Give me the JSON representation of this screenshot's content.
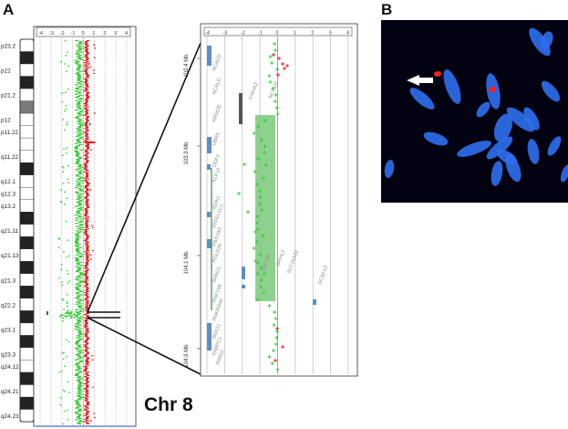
{
  "panels": {
    "a": "A",
    "b": "B"
  },
  "chromosome_title": "Chr 8",
  "ideogram": {
    "bands": [
      {
        "label": "p23.2",
        "stain": "white"
      },
      {
        "label": "",
        "stain": "dark"
      },
      {
        "label": "p22",
        "stain": "white"
      },
      {
        "label": "",
        "stain": "dark"
      },
      {
        "label": "p21.2",
        "stain": "white"
      },
      {
        "label": "",
        "stain": "grey"
      },
      {
        "label": "p12",
        "stain": "white"
      },
      {
        "label": "p11.22",
        "stain": "white"
      },
      {
        "label": "",
        "stain": "centromere"
      },
      {
        "label": "q11.22",
        "stain": "white"
      },
      {
        "label": "",
        "stain": "dark"
      },
      {
        "label": "q12.1",
        "stain": "white"
      },
      {
        "label": "q12.3",
        "stain": "white"
      },
      {
        "label": "q13.2",
        "stain": "white"
      },
      {
        "label": "",
        "stain": "dark"
      },
      {
        "label": "q21.11",
        "stain": "white"
      },
      {
        "label": "",
        "stain": "dark"
      },
      {
        "label": "q21.13",
        "stain": "white"
      },
      {
        "label": "",
        "stain": "dark"
      },
      {
        "label": "q21.3",
        "stain": "white"
      },
      {
        "label": "",
        "stain": "dark"
      },
      {
        "label": "q22.2",
        "stain": "white"
      },
      {
        "label": "",
        "stain": "dark"
      },
      {
        "label": "q23.1",
        "stain": "white"
      },
      {
        "label": "",
        "stain": "dark"
      },
      {
        "label": "q23.3",
        "stain": "white"
      },
      {
        "label": "q24.12",
        "stain": "white"
      },
      {
        "label": "",
        "stain": "dark"
      },
      {
        "label": "q24.21",
        "stain": "white"
      },
      {
        "label": "",
        "stain": "dark"
      },
      {
        "label": "q24.23",
        "stain": "white"
      }
    ]
  },
  "overview_axis_ticks": [
    "-4",
    "-3",
    "-2",
    "-1",
    "0",
    "1",
    "2",
    "3",
    "4"
  ],
  "zoom_axis_ticks": [
    "-4",
    "-3",
    "-2",
    "-1",
    "0",
    "1",
    "2",
    "3",
    "4"
  ],
  "zoom_positions_mb": [
    "102.4 Mb",
    "103.3 Mb",
    "104.1 Mb",
    "104.9 Mb"
  ],
  "genes": [
    "NCALD",
    "NCALD",
    "RRM2B",
    "UBR5",
    "ODF1",
    "KLF10",
    "AZIN1",
    "ATP6V1C1",
    "FBXO43",
    "POLR2K",
    "SPAG1",
    "RNF19A",
    "ANKRD46",
    "SNX31",
    "PABPC1",
    "YWHAZ",
    "ZNF706",
    "GRHL2",
    "NCALD",
    "SLC25A32",
    "DCAF13",
    "RIMS2"
  ],
  "colors": {
    "gain": "#e31a1c",
    "loss": "#33cc33",
    "aberration_region": "#7ac97a",
    "gene_box": "#5b8fc7",
    "fish_background": "#020210",
    "chromosome_blue": "#2f6ff0",
    "fish_signal": "#ff2020",
    "ideogram_dark": "#222222",
    "ideogram_grey": "#7a7a7a"
  },
  "fish": {
    "arrow_icon": "arrow-icon"
  }
}
